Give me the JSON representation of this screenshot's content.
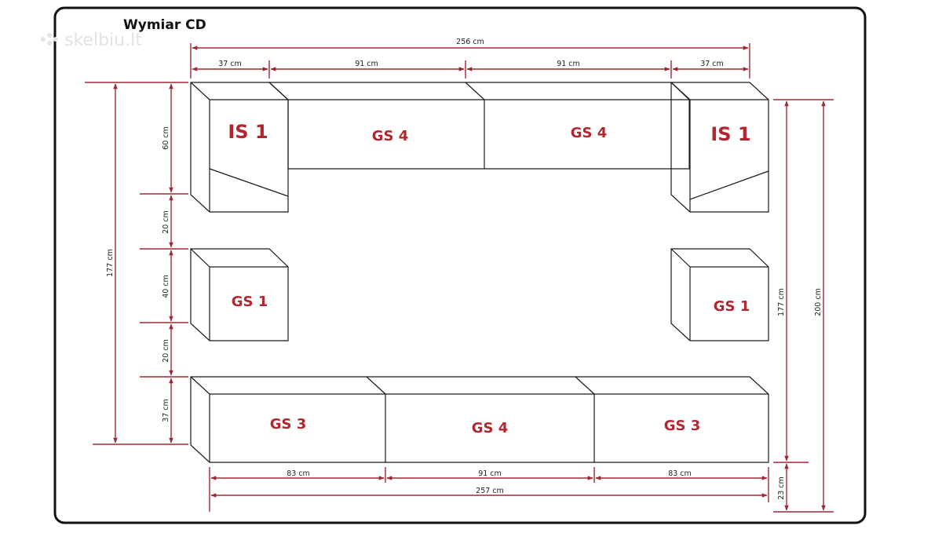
{
  "title": "Wymiar CD",
  "watermark": "skelbiu.lt",
  "colors": {
    "dimension_line": "#9e2a35",
    "label": "#b32630",
    "outline": "#1a1a1a"
  },
  "modules": {
    "top_left": "IS 1",
    "top_mid_left": "GS 4",
    "top_mid_right": "GS 4",
    "top_right": "IS 1",
    "mid_left": "GS 1",
    "mid_right": "GS 1",
    "bottom_left": "GS 3",
    "bottom_mid": "GS 4",
    "bottom_right": "GS 3"
  },
  "dimensions": {
    "top_total": "256 cm",
    "top_seg_1": "37 cm",
    "top_seg_2": "91 cm",
    "top_seg_3": "91 cm",
    "top_seg_4": "37 cm",
    "bottom_seg_1": "83 cm",
    "bottom_seg_2": "91 cm",
    "bottom_seg_3": "83 cm",
    "bottom_total": "257 cm",
    "left_total": "177 cm",
    "left_seg_1": "60 cm",
    "left_seg_2": "20 cm",
    "left_seg_3": "40 cm",
    "left_seg_4": "20 cm",
    "left_seg_5": "37 cm",
    "right_inner": "177 cm",
    "right_outer": "200 cm",
    "right_bottom": "23 cm"
  }
}
